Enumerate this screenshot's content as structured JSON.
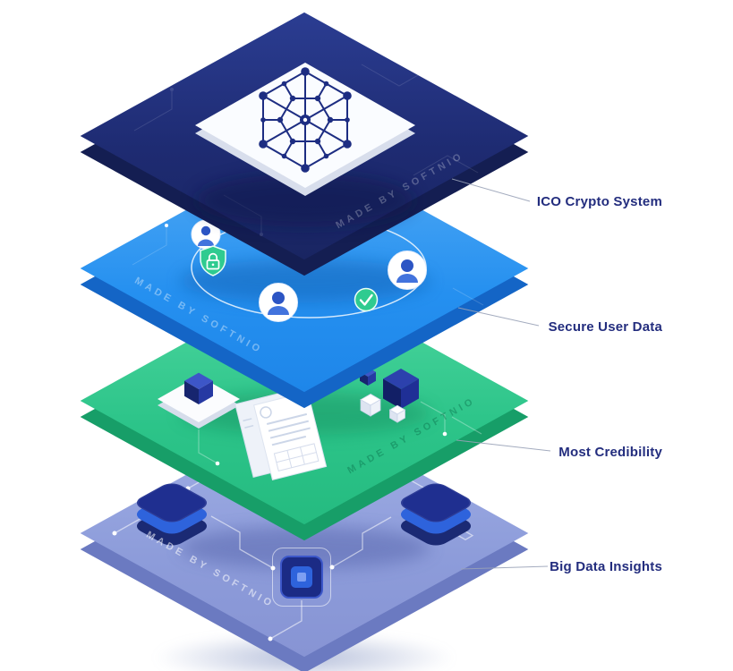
{
  "illustration": {
    "watermark": "MADE BY SOFTNIO",
    "callouts": [
      {
        "label": "ICO Crypto System"
      },
      {
        "label": "Secure User Data"
      },
      {
        "label": "Most Credibility"
      },
      {
        "label": "Big Data Insights"
      }
    ],
    "layers": [
      {
        "title": "ICO Crypto System",
        "surface_color": "#202d77",
        "side_color": "#141e52",
        "icons": [
          "network-hexagon"
        ]
      },
      {
        "title": "Secure User Data",
        "surface_color": "#2e96f1",
        "side_color": "#1465c6",
        "icons": [
          "user-avatar",
          "user-avatar",
          "user-avatar",
          "shield-lock",
          "check-circle"
        ]
      },
      {
        "title": "Most Credibility",
        "surface_color": "#35c890",
        "side_color": "#179e68",
        "icons": [
          "cube-on-platform",
          "documents",
          "cube-cluster"
        ]
      },
      {
        "title": "Big Data Insights",
        "surface_color": "#93a2dd",
        "side_color": "#6b7ac1",
        "icons": [
          "app-stack",
          "app-stack",
          "cpu-chip"
        ]
      }
    ],
    "label_color": "#232d7e",
    "accent_green": "#2fcb90"
  }
}
